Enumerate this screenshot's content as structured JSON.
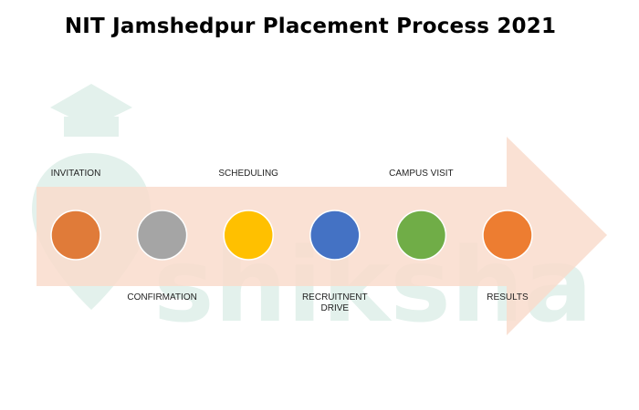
{
  "title": "NIT Jamshedpur Placement Process 2021",
  "watermark": {
    "text": "shiksha",
    "color": "#e3f1ec"
  },
  "arrow": {
    "color": "#f9dccd"
  },
  "steps": [
    {
      "label": "INVITATION",
      "label_position": "above",
      "color": "#e07b39"
    },
    {
      "label": "CONFIRMATION",
      "label_position": "below",
      "color": "#a5a5a5"
    },
    {
      "label": "SCHEDULING",
      "label_position": "above",
      "color": "#ffc000"
    },
    {
      "label": "RECRUITNENT\nDRIVE",
      "label_position": "below",
      "color": "#4472c4"
    },
    {
      "label": "CAMPUS VISIT",
      "label_position": "above",
      "color": "#70ad47"
    },
    {
      "label": "RESULTS",
      "label_position": "below",
      "color": "#ed7d31"
    }
  ]
}
